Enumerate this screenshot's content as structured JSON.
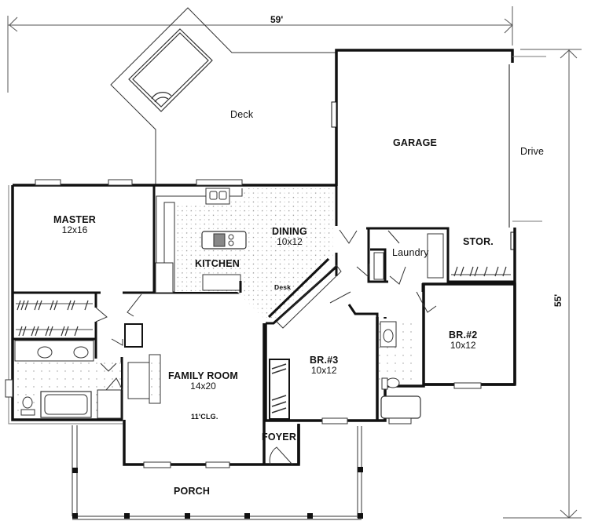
{
  "plan": {
    "dimensions": {
      "width_label": "59'",
      "depth_label": "55'"
    },
    "colors": {
      "wall": "#111111",
      "line": "#333333",
      "hatch": "#9a9a9a",
      "background": "#ffffff"
    },
    "rooms": [
      {
        "id": "master",
        "name": "MASTER",
        "size": "12x16"
      },
      {
        "id": "kitchen",
        "name": "KITCHEN",
        "size": ""
      },
      {
        "id": "dining",
        "name": "DINING",
        "size": "10x12"
      },
      {
        "id": "garage",
        "name": "GARAGE",
        "size": ""
      },
      {
        "id": "laundry",
        "name": "Laundry",
        "size": ""
      },
      {
        "id": "storage",
        "name": "STOR.",
        "size": ""
      },
      {
        "id": "family-room",
        "name": "FAMILY ROOM",
        "size": "14x20",
        "note": "11'CLG."
      },
      {
        "id": "bedroom-3",
        "name": "BR.#3",
        "size": "10x12"
      },
      {
        "id": "bedroom-2",
        "name": "BR.#2",
        "size": "10x12"
      },
      {
        "id": "foyer",
        "name": "FOYER",
        "size": ""
      },
      {
        "id": "porch",
        "name": "PORCH",
        "size": ""
      }
    ],
    "exterior": {
      "deck": "Deck",
      "drive": "Drive"
    },
    "annotations": {
      "desk": "Desk"
    }
  }
}
